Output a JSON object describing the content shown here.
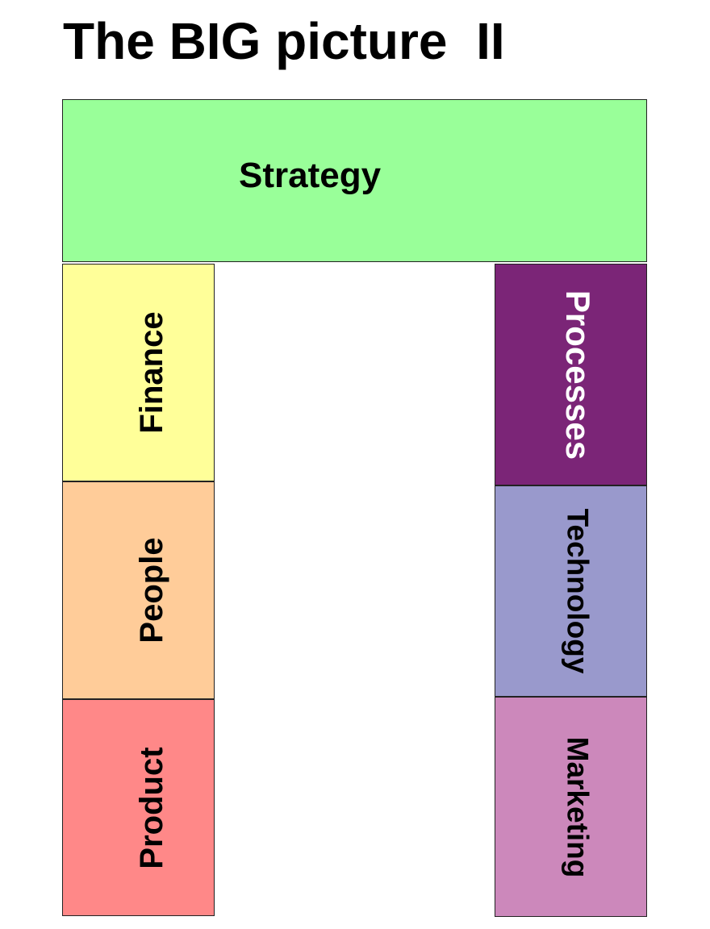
{
  "title": "The BIG picture  II",
  "blocks": {
    "strategy": {
      "label": "Strategy",
      "color": "#99ff99"
    },
    "finance": {
      "label": "Finance",
      "color": "#ffff99"
    },
    "people": {
      "label": "People",
      "color": "#ffcc99"
    },
    "product": {
      "label": "Product",
      "color": "#ff8888"
    },
    "processes": {
      "label": "Processes",
      "color": "#7b2577",
      "text_color": "#ffffff"
    },
    "technology": {
      "label": "Technology",
      "color": "#9999cc"
    },
    "marketing": {
      "label": "Marketing",
      "color": "#cc88bb"
    }
  }
}
